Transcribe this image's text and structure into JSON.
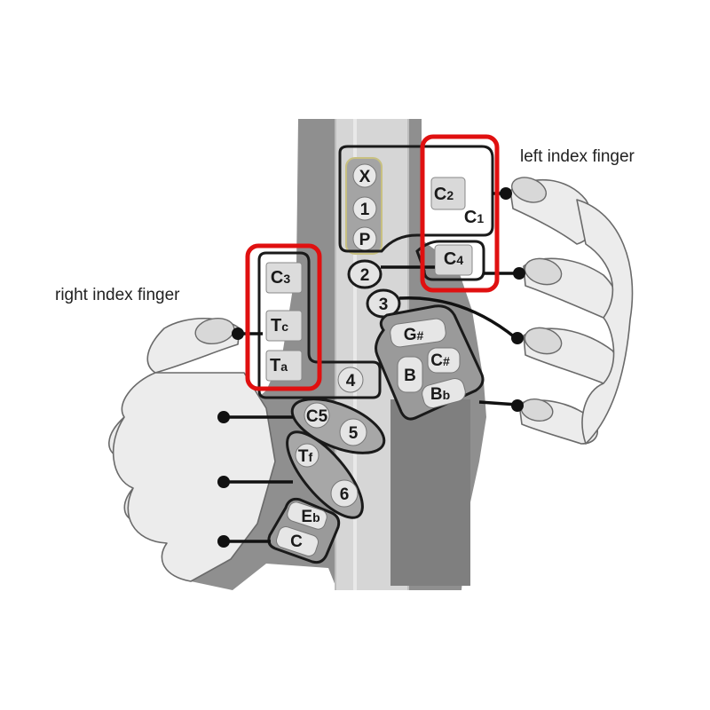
{
  "captions": {
    "left_index": "left index finger",
    "right_index": "right index finger"
  },
  "keys": {
    "x": "X",
    "one": "1",
    "p": "P",
    "two": "2",
    "three": "3",
    "c2_letter": "C",
    "c2_sub": "2",
    "c1_letter": "C",
    "c1_sub": "1",
    "c4_letter": "C",
    "c4_sub": "4",
    "c3_letter": "C",
    "c3_sub": "3",
    "tc_letter": "T",
    "tc_sub": "c",
    "ta_letter": "T",
    "ta_sub": "a",
    "four": "4",
    "gsharp_letter": "G",
    "gsharp_sub": "#",
    "csharp_letter": "C",
    "csharp_sub": "#",
    "b": "B",
    "bflat_letter": "B",
    "bflat_sub": "b",
    "c5": "C5",
    "five": "5",
    "tf_letter": "T",
    "tf_sub": "f",
    "six": "6",
    "eflat_letter": "E",
    "eflat_sub": "b",
    "c_low": "C"
  },
  "colors": {
    "highlight": "#e01010",
    "instrument": "#8f8f8f",
    "bore": "#d9d9d9",
    "line": "#111111"
  }
}
